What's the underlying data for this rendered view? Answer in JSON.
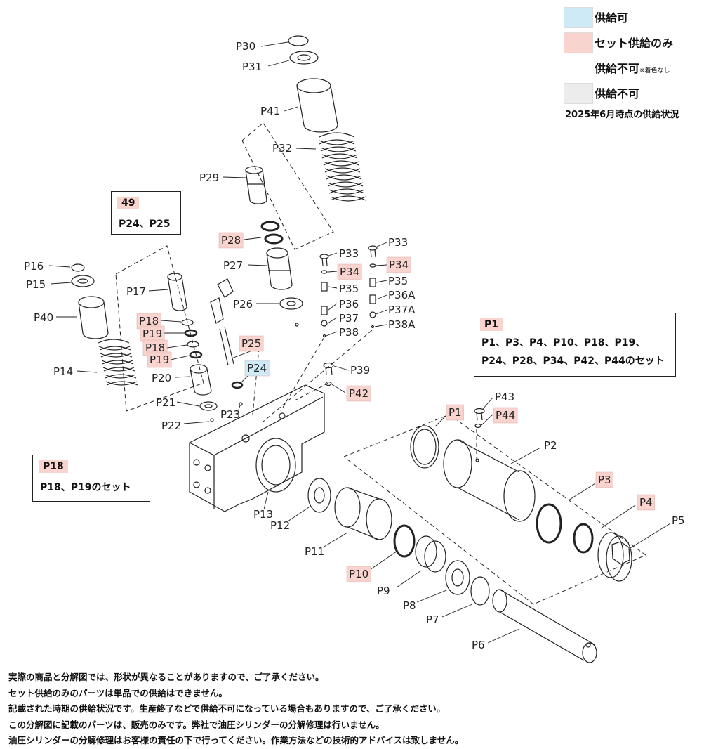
{
  "colors": {
    "available": "#cfeaf7",
    "set_only": "#f9d4cf",
    "unavailable": "#ececec",
    "line": "#222222"
  },
  "legend": {
    "available": "供給可",
    "set_only": "セット供給のみ",
    "unavailable_plain": "供給不可",
    "unavailable_note": "※着色なし",
    "unavailable_gray": "供給不可",
    "date": "2025年6月時点の供給状況"
  },
  "set_boxes": [
    {
      "id": "49",
      "tag": "49",
      "lines": [
        "P24、P25"
      ]
    },
    {
      "id": "P18",
      "tag": "P18",
      "lines": [
        "P18、P19のセット"
      ]
    },
    {
      "id": "P1",
      "tag": "P1",
      "lines": [
        "P1、P3、P4、P10、P18、P19、",
        "P24、P28、P34、P42、P44のセット"
      ]
    }
  ],
  "labels": {
    "P30": "P30",
    "P31": "P31",
    "P41": "P41",
    "P32": "P32",
    "P29": "P29",
    "P28": "P28",
    "P27": "P27",
    "P26": "P26",
    "P25": "P25",
    "P24": "P24",
    "P16": "P16",
    "P15": "P15",
    "P40": "P40",
    "P14": "P14",
    "P17": "P17",
    "P18a": "P18",
    "P19a": "P19",
    "P18b": "P18",
    "P19b": "P19",
    "P20": "P20",
    "P21": "P21",
    "P22": "P22",
    "P23": "P23",
    "P33a": "P33",
    "P34a": "P34",
    "P35a": "P35",
    "P36": "P36",
    "P37": "P37",
    "P38": "P38",
    "P33b": "P33",
    "P34b": "P34",
    "P35b": "P35",
    "P36A": "P36A",
    "P37A": "P37A",
    "P38A": "P38A",
    "P39": "P39",
    "P42": "P42",
    "P43": "P43",
    "P44": "P44",
    "P1": "P1",
    "P2": "P2",
    "P3": "P3",
    "P4": "P4",
    "P5": "P5",
    "P6": "P6",
    "P7": "P7",
    "P8": "P8",
    "P9": "P9",
    "P10": "P10",
    "P11": "P11",
    "P12": "P12",
    "P13": "P13"
  },
  "notes": [
    "実際の商品と分解図では、形状が異なることがありますので、ご了承ください。",
    "セット供給のみのパーツは単品での供給はできません。",
    "記載された時期の供給状況です。生産終了などで供給不可になっている場合もありますので、ご了承ください。",
    "この分解図に記載のパーツは、販売のみです。弊社で油圧シリンダーの分解修理は行いません。",
    "油圧シリンダーの分解修理はお客様の責任の下で行ってください。作業方法などの技術的アドバイスは致しません。"
  ]
}
